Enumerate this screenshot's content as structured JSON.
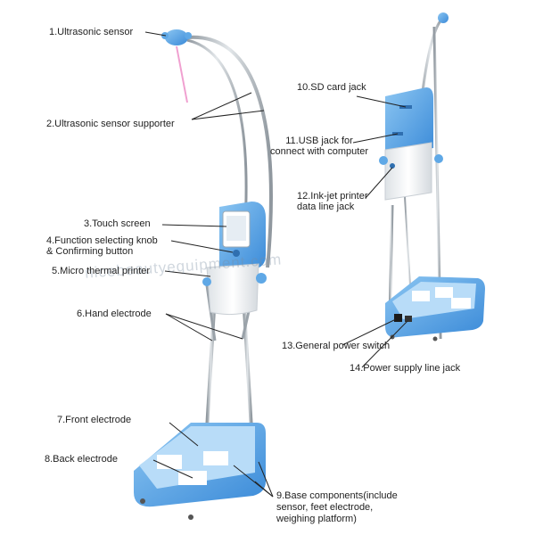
{
  "watermark": "nicebeautyequipment.com",
  "colors": {
    "body_blue": "#4f9ee0",
    "light_blue": "#a9d3f5",
    "white_panel": "#f2f4f6",
    "steel": "#b9c0c6",
    "pad": "#ffffff",
    "line": "#222222"
  },
  "labels": {
    "l1": [
      "1.Ultrasonic sensor"
    ],
    "l2": [
      "2.Ultrasonic sensor supporter"
    ],
    "l3": [
      "3.Touch screen"
    ],
    "l4": [
      "4.Function selecting knob",
      "& Confirming button"
    ],
    "l5": [
      "5.Micro thermal printer"
    ],
    "l6": [
      "6.Hand electrode"
    ],
    "l7": [
      "7.Front electrode"
    ],
    "l8": [
      "8.Back electrode"
    ],
    "l9": [
      "9.Base  components(include",
      "sensor,  feet  electrode,",
      "weighing platform)"
    ],
    "l10": [
      "10.SD card jack"
    ],
    "l11": [
      "11.USB jack for",
      "connect with computer"
    ],
    "l12": [
      "12.Ink-jet printer",
      "data line jack"
    ],
    "l13": [
      "13.General power switch"
    ],
    "l14": [
      "14.Power supply line jack"
    ]
  }
}
